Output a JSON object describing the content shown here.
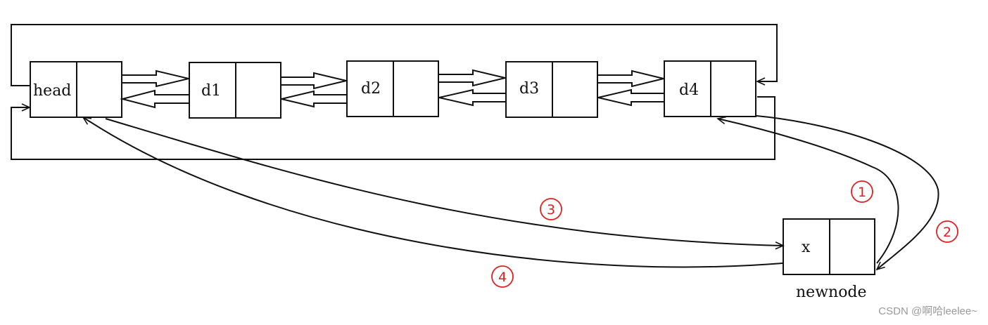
{
  "nodes": {
    "head": "head",
    "d1": "d1",
    "d2": "d2",
    "d3": "d3",
    "d4": "d4",
    "x": "x"
  },
  "newnode_label": "newnode",
  "steps": [
    "1",
    "2",
    "3",
    "4"
  ],
  "watermark": "CSDN @啊哈leelee~",
  "colors": {
    "line": "#111111",
    "step": "#e02020",
    "watermark": "#9a9a9a"
  }
}
